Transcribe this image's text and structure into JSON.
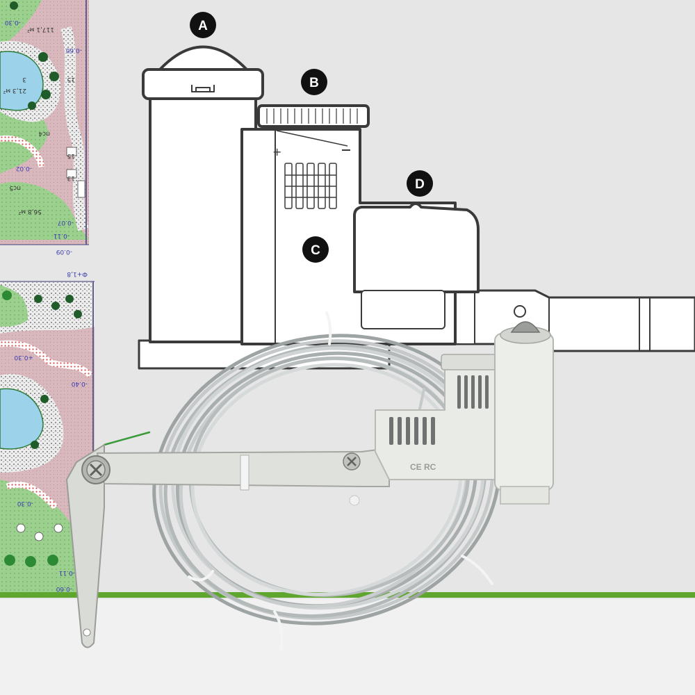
{
  "colors": {
    "background": "#e6e6e6",
    "ground_line": "#5fa62e",
    "floor": "#f1f1f1",
    "drawing_stroke": "#3a3a3a",
    "drawing_fill": "#ffffff",
    "callout_fill": "#111111",
    "callout_text": "#ffffff",
    "cable": "#bfc4c4",
    "sensor_body": "#e9ebe6",
    "plan_lawn": "#9cd08e",
    "plan_path": "#d8b8bd",
    "plan_water": "#9cd3ea",
    "plan_border": "#2d7a3a"
  },
  "callouts": [
    {
      "id": "A",
      "label": "A"
    },
    {
      "id": "B",
      "label": "B"
    },
    {
      "id": "C",
      "label": "C"
    },
    {
      "id": "D",
      "label": "D"
    }
  ],
  "site_plan": {
    "upper": {
      "area_large": "117,1 м²",
      "area_pond": "21,3 м²",
      "area_lawn": "56,8 м²",
      "zone_1": "пс4",
      "zone_2": "пс5",
      "pond_number": "3",
      "bench_1": "15",
      "bench_2": "15",
      "bench_3": "13",
      "level_1": "-0.30",
      "level_2": "-0.02",
      "level_3": "-0.07",
      "level_4": "-0.11",
      "level_5": "-0.09",
      "level_6": "-0.60"
    },
    "lower": {
      "level_1": "Ф+1,8",
      "level_2": "+0.30",
      "level_3": "-0.30",
      "level_4": "-0.40",
      "level_5": "-0.11",
      "level_6": "-0.60"
    }
  },
  "product": {
    "molded_marks": "CE  RC",
    "icons": [
      "cable-coil-icon",
      "mounting-bracket-icon",
      "sensor-cap-icon"
    ]
  }
}
